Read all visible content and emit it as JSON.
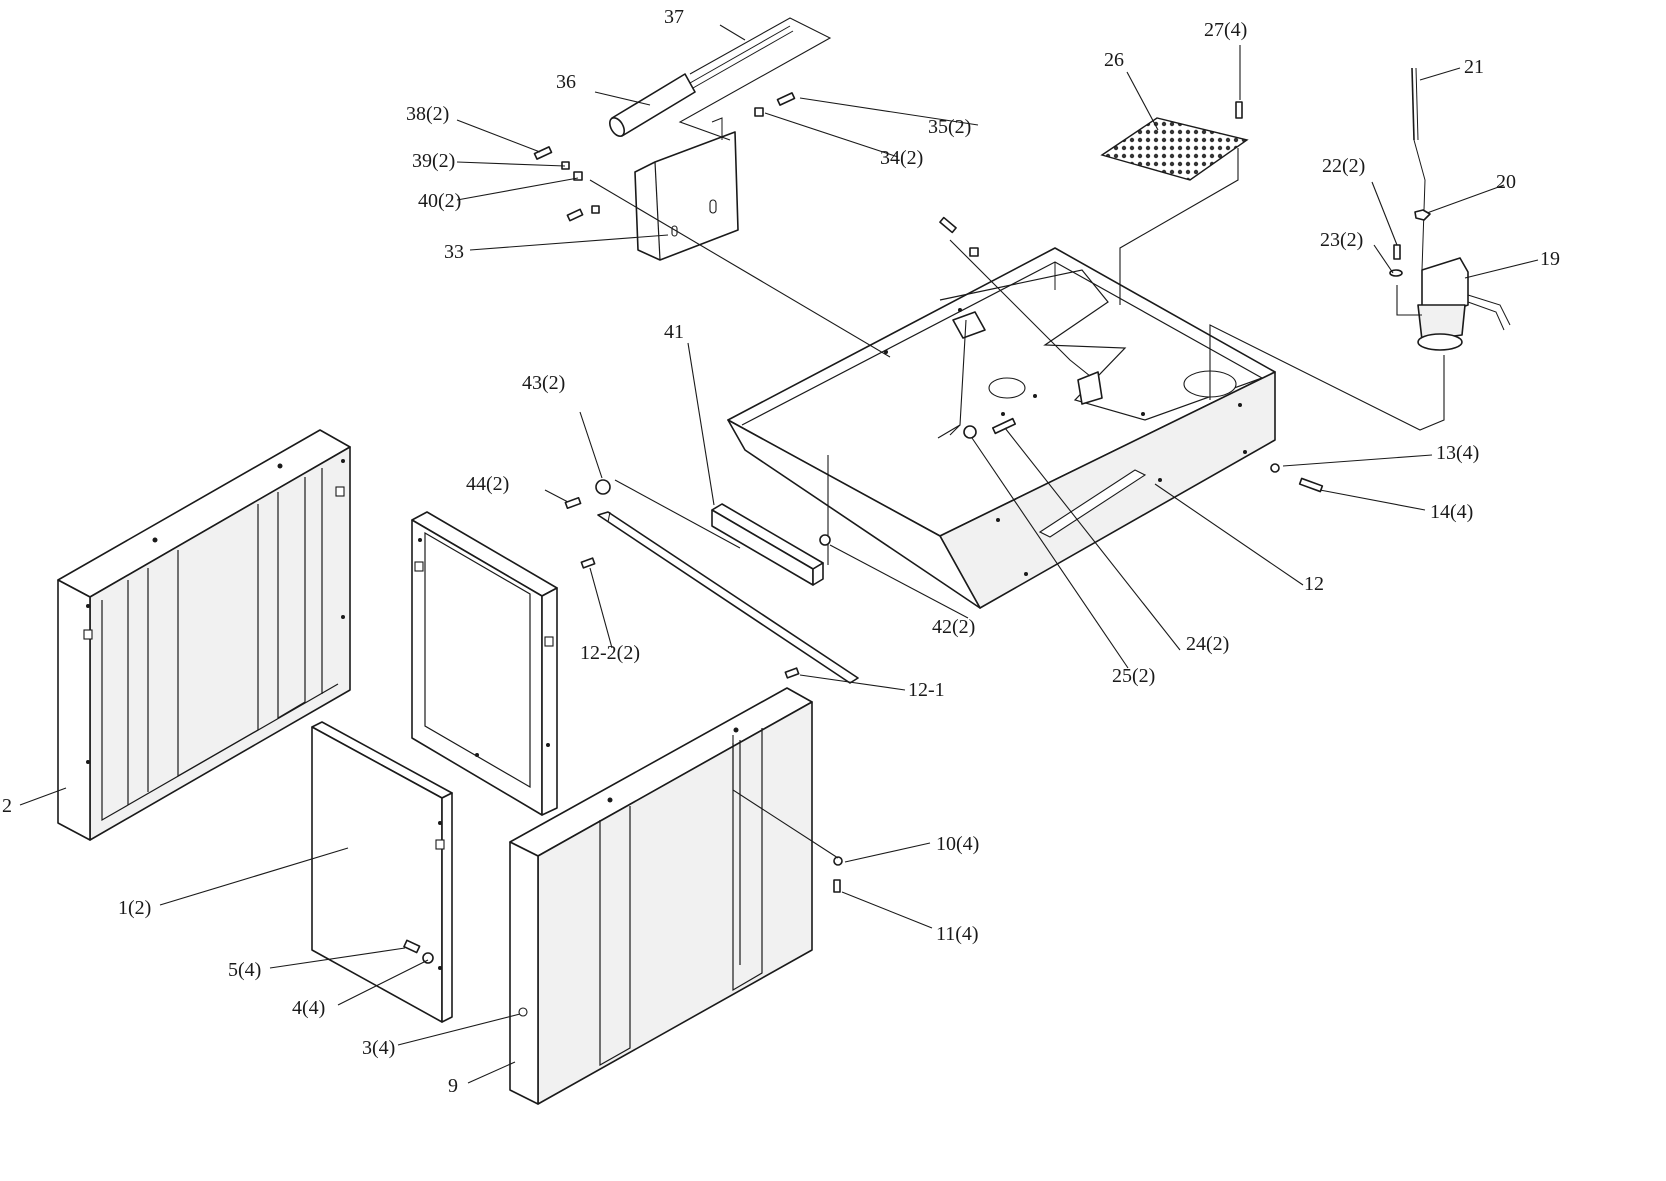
{
  "title": "Exploded assembly view",
  "colors": {
    "line": "#1a1a1a",
    "paper": "#ffffff"
  },
  "labels": {
    "p1": "1(2)",
    "p2": "2",
    "p3": "3(4)",
    "p4": "4(4)",
    "p5": "5(4)",
    "p9": "9",
    "p10": "10(4)",
    "p11": "11(4)",
    "p12": "12",
    "p12_1": "12-1",
    "p12_2": "12-2(2)",
    "p13": "13(4)",
    "p14": "14(4)",
    "p19": "19",
    "p20": "20",
    "p21": "21",
    "p22": "22(2)",
    "p23": "23(2)",
    "p24": "24(2)",
    "p25": "25(2)",
    "p26": "26",
    "p27": "27(4)",
    "p33": "33",
    "p34": "34(2)",
    "p35": "35(2)",
    "p36": "36",
    "p37": "37",
    "p38": "38(2)",
    "p39": "39(2)",
    "p40": "40(2)",
    "p41": "41",
    "p42": "42(2)",
    "p43": "43(2)",
    "p44": "44(2)"
  }
}
